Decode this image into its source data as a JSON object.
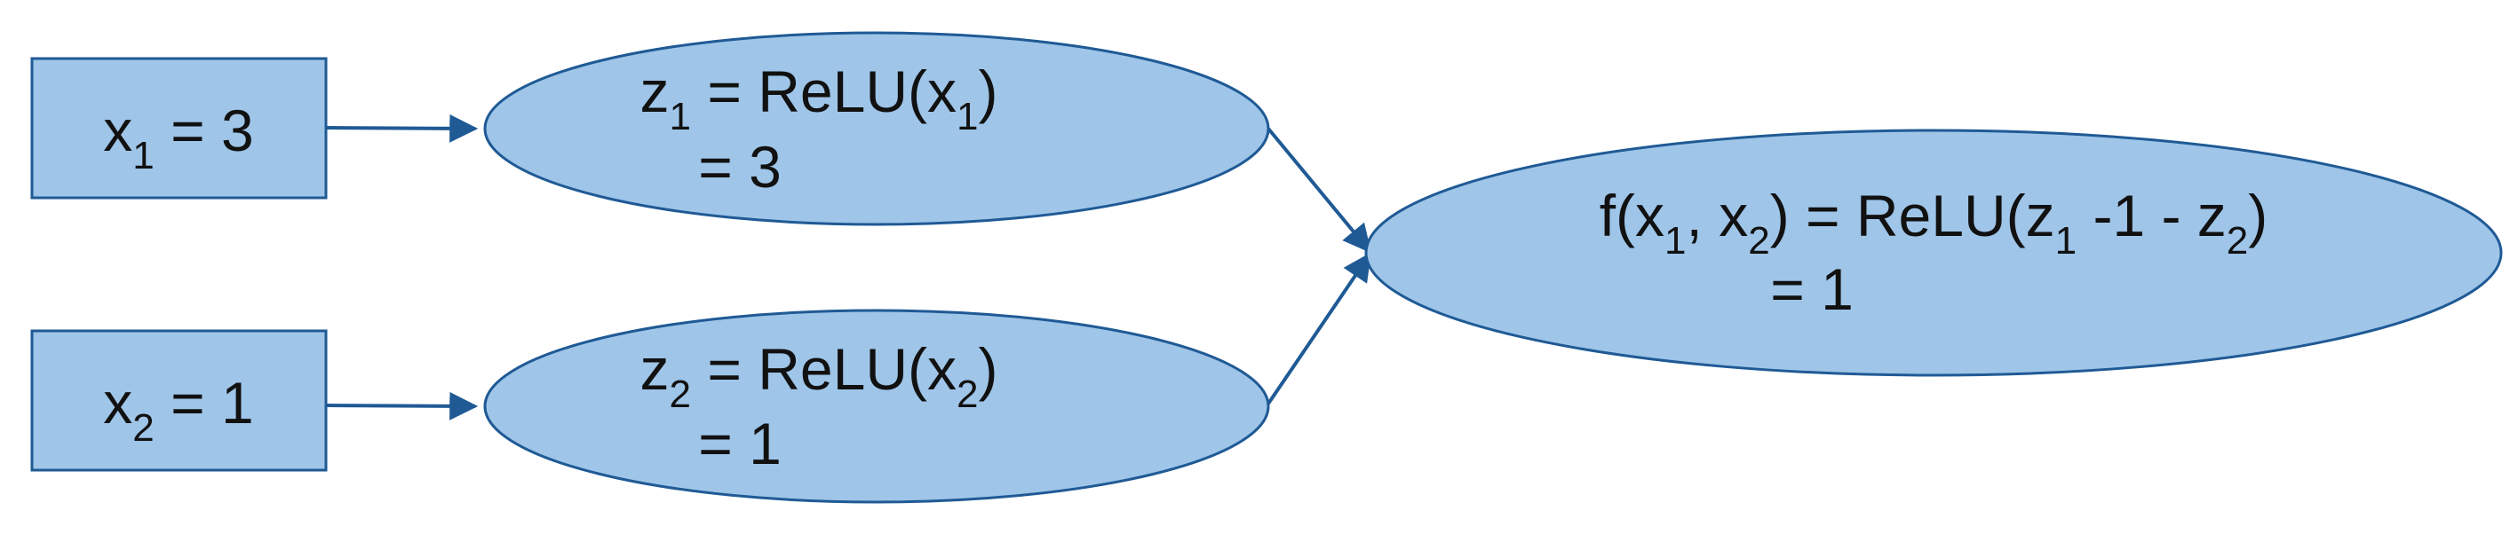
{
  "colors": {
    "node_fill": "#9fc5e8",
    "node_stroke": "#1f5a95",
    "edge": "#1f5a95",
    "text": "#111111"
  },
  "nodes": {
    "x1_box": {
      "var": "x",
      "sub": "1",
      "rest": " = 3"
    },
    "x2_box": {
      "var": "x",
      "sub": "2",
      "rest": " = 1"
    },
    "z1": {
      "lhs_var": "z",
      "lhs_sub": "1",
      "mid": " = ReLU(x",
      "arg_sub": "1",
      "close": ")",
      "value": "= 3"
    },
    "z2": {
      "lhs_var": "z",
      "lhs_sub": "2",
      "mid": " = ReLU(x",
      "arg_sub": "2",
      "close": ")",
      "value": "= 1"
    },
    "f": {
      "t1": "f(x",
      "s1": "1",
      "t2": ", x",
      "s2": "2",
      "t3": ") = ReLU(z",
      "s3": "1",
      "t4": " -1 - z",
      "s4": "2",
      "t5": ")",
      "value": "= 1"
    }
  }
}
